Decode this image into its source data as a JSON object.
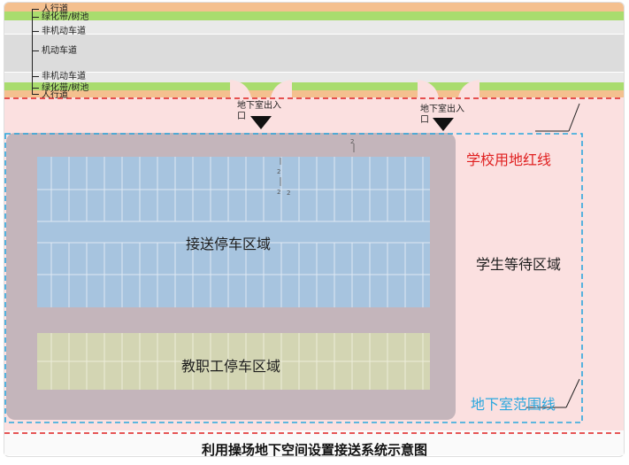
{
  "road": {
    "labels": {
      "sidewalk_top": "人行道",
      "green_top": "绿化带/树池",
      "bike_top": "非机动车道",
      "motor": "机动车道",
      "bike_bottom": "非机动车道",
      "green_bottom": "绿化带/树池",
      "sidewalk_bottom": "人行道"
    }
  },
  "entrances": [
    {
      "label": "地下室出入口"
    },
    {
      "label": "地下室出入口"
    }
  ],
  "zones": {
    "pickup_parking": "接送停车区域",
    "staff_parking": "教职工停车区域",
    "waiting": "学生等待区域"
  },
  "lines": {
    "red_line": "学校用地红线",
    "basement_line": "地下室范围线"
  },
  "annotations": [
    "2",
    "2",
    "2",
    "2"
  ],
  "caption": "利用操场地下空间设置接送系统示意图",
  "colors": {
    "sidewalk": "#f4c08f",
    "green_belt": "#a9dc6e",
    "lane": "#e2e2e2",
    "school_land": "#fbe0e0",
    "basement_plate": "#c4b5bb",
    "pickup_parking": "#a7c4df",
    "staff_parking": "#d3d5b3",
    "red_line": "#e02020",
    "basement_line": "#2aa7de"
  }
}
